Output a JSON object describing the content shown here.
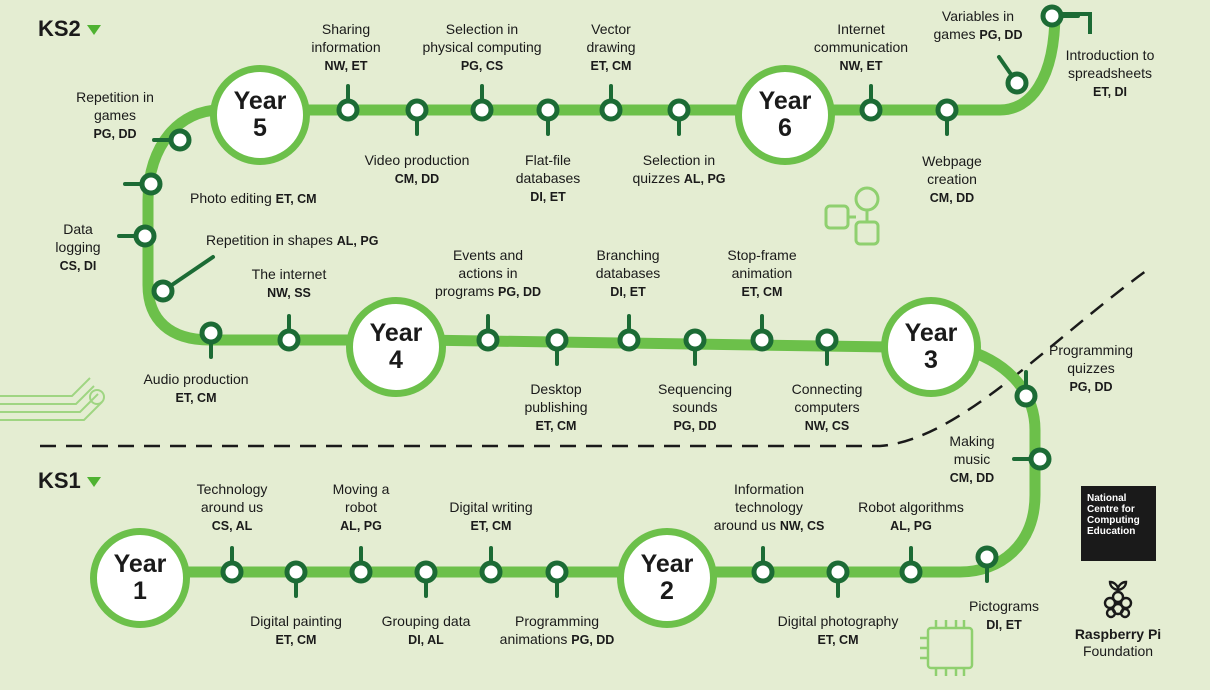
{
  "colors": {
    "background": "#e4edd2",
    "track": "#6cc04a",
    "node": "#1c6b35",
    "ink": "#1a1a1a",
    "deco": "#8fd06f"
  },
  "stages": {
    "ks2": "KS2",
    "ks1": "KS1"
  },
  "years": [
    {
      "word": "Year",
      "num": "1"
    },
    {
      "word": "Year",
      "num": "2"
    },
    {
      "word": "Year",
      "num": "3"
    },
    {
      "word": "Year",
      "num": "4"
    },
    {
      "word": "Year",
      "num": "5"
    },
    {
      "word": "Year",
      "num": "6"
    }
  ],
  "units": [
    {
      "lines": [
        "Technology",
        "around us"
      ],
      "codes": "CS, AL"
    },
    {
      "lines": [
        "Digital painting"
      ],
      "codes": "ET, CM"
    },
    {
      "lines": [
        "Moving a",
        "robot"
      ],
      "codes": "AL, PG"
    },
    {
      "lines": [
        "Grouping data"
      ],
      "codes": "DI, AL"
    },
    {
      "lines": [
        "Digital writing"
      ],
      "codes": "ET, CM"
    },
    {
      "lines": [
        "Programming"
      ],
      "inline": "animations",
      "codes": "PG, DD"
    },
    {
      "lines": [
        "Information",
        "technology"
      ],
      "inline": "around us",
      "codes": "NW, CS"
    },
    {
      "lines": [
        "Digital photography"
      ],
      "codes": "ET, CM"
    },
    {
      "lines": [
        "Robot algorithms"
      ],
      "codes": "AL, PG"
    },
    {
      "lines": [
        "Pictograms"
      ],
      "codes": "DI, ET"
    },
    {
      "lines": [
        "Making",
        "music"
      ],
      "codes": "CM, DD"
    },
    {
      "lines": [
        "Programming",
        "quizzes"
      ],
      "codes": "PG, DD"
    },
    {
      "lines": [
        "Connecting",
        "computers"
      ],
      "codes": "NW, CS"
    },
    {
      "lines": [
        "Stop-frame",
        "animation"
      ],
      "codes": "ET, CM"
    },
    {
      "lines": [
        "Sequencing",
        "sounds"
      ],
      "codes": "PG, DD"
    },
    {
      "lines": [
        "Branching",
        "databases"
      ],
      "codes": "DI, ET"
    },
    {
      "lines": [
        "Desktop",
        "publishing"
      ],
      "codes": "ET, CM"
    },
    {
      "lines": [
        "Events and",
        "actions in"
      ],
      "inline": "programs",
      "codes": "PG, DD"
    },
    {
      "lines": [
        "The internet"
      ],
      "codes": "NW, SS"
    },
    {
      "lines": [
        "Audio production"
      ],
      "codes": "ET, CM"
    },
    {
      "lines": [],
      "inline": "Repetition in shapes",
      "codes": "AL, PG"
    },
    {
      "lines": [
        "Data",
        "logging"
      ],
      "codes": "CS, DI"
    },
    {
      "lines": [],
      "inline": "Photo editing",
      "codes": "ET, CM"
    },
    {
      "lines": [
        "Repetition in",
        "games"
      ],
      "codes": "PG, DD"
    },
    {
      "lines": [
        "Video production"
      ],
      "codes": "CM, DD"
    },
    {
      "lines": [
        "Sharing",
        "information"
      ],
      "codes": "NW, ET"
    },
    {
      "lines": [
        "Flat-file",
        "databases"
      ],
      "codes": "DI, ET"
    },
    {
      "lines": [
        "Selection in",
        "physical computing"
      ],
      "codes": "PG, CS"
    },
    {
      "lines": [
        "Selection in"
      ],
      "inline": "quizzes",
      "codes": "AL, PG"
    },
    {
      "lines": [
        "Vector",
        "drawing"
      ],
      "codes": "ET, CM"
    },
    {
      "lines": [
        "Internet",
        "communication"
      ],
      "codes": "NW, ET"
    },
    {
      "lines": [
        "Webpage",
        "creation"
      ],
      "codes": "CM, DD"
    },
    {
      "lines": [
        "Variables in"
      ],
      "inline": "games",
      "codes": "PG, DD"
    },
    {
      "lines": [
        "Introduction to",
        "spreadsheets"
      ],
      "codes": "ET, DI"
    }
  ],
  "logos": {
    "ncce": [
      "National",
      "Centre for",
      "Computing",
      "Education"
    ],
    "rpi": [
      "Raspberry Pi",
      "Foundation"
    ]
  }
}
